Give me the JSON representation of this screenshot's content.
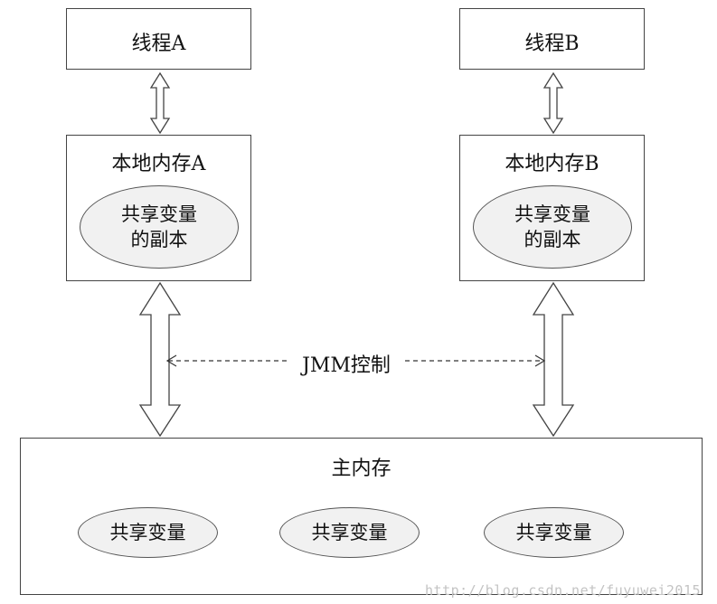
{
  "thread_a": {
    "title": "线程A"
  },
  "thread_b": {
    "title": "线程B"
  },
  "local_memory_a": {
    "title": "本地内存A",
    "copy": {
      "line1": "共享变量",
      "line2": "的副本"
    }
  },
  "local_memory_b": {
    "title": "本地内存B",
    "copy": {
      "line1": "共享变量",
      "line2": "的副本"
    }
  },
  "jmm_control": {
    "label": "JMM控制"
  },
  "main_memory": {
    "title": "主内存",
    "shared_vars": [
      "共享变量",
      "共享变量",
      "共享变量"
    ]
  },
  "watermark": {
    "text": "http://blog.csdn.net/fuyuwei2015"
  }
}
